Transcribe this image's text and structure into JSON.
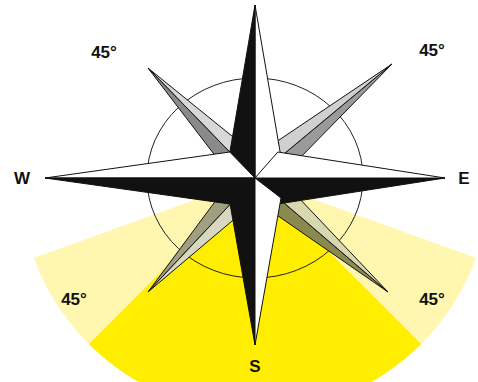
{
  "diagram": {
    "labels": [
      "45°",
      "45°",
      "W",
      "E",
      "45°",
      "45°",
      "S"
    ]
  }
}
